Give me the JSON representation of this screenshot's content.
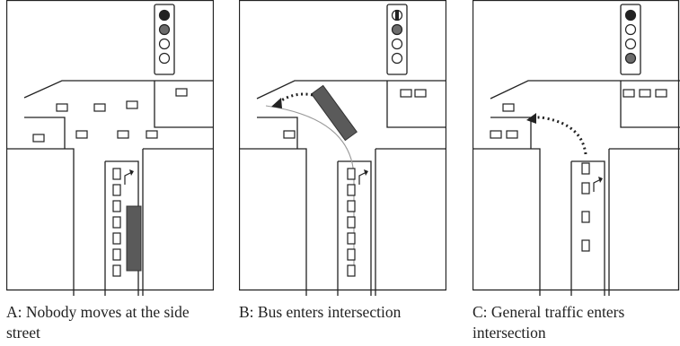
{
  "captions": {
    "a": "A: Nobody moves at the side street",
    "b": "B: Bus enters intersection",
    "c": "C: General traffic enters intersection"
  },
  "colors": {
    "line": "#222222",
    "signal_on_red": "#222222",
    "signal_on_amber": "#6b6b6b",
    "bus": "#5a5a5a",
    "bus_route": "#9a9a9a"
  }
}
